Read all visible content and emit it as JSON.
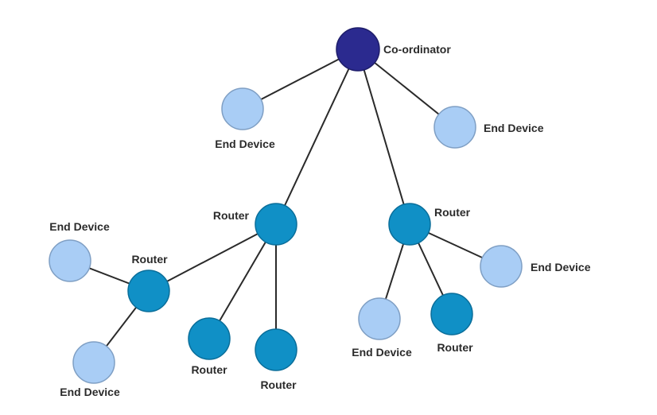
{
  "diagram": {
    "title": "Zigbee network topology",
    "colors": {
      "coordinator": "#2b2a8f",
      "router": "#1090c6",
      "end_device": "#a9cdf5",
      "edge": "#2a2a2a",
      "text": "#2b2b2b"
    },
    "nodes": [
      {
        "id": "coord",
        "type": "coordinator",
        "label": "Co-ordinator"
      },
      {
        "id": "ed1",
        "type": "end_device",
        "label": "End Device"
      },
      {
        "id": "ed2",
        "type": "end_device",
        "label": "End Device"
      },
      {
        "id": "r1",
        "type": "router",
        "label": "Router"
      },
      {
        "id": "r2",
        "type": "router",
        "label": "Router"
      },
      {
        "id": "ed3",
        "type": "end_device",
        "label": "End Device"
      },
      {
        "id": "r3",
        "type": "router",
        "label": "Router"
      },
      {
        "id": "ed4",
        "type": "end_device",
        "label": "End Device"
      },
      {
        "id": "r4",
        "type": "router",
        "label": "Router"
      },
      {
        "id": "r5",
        "type": "router",
        "label": "Router"
      },
      {
        "id": "ed5",
        "type": "end_device",
        "label": "End Device"
      },
      {
        "id": "r6",
        "type": "router",
        "label": "Router"
      },
      {
        "id": "ed6",
        "type": "end_device",
        "label": "End Device"
      }
    ],
    "edges": [
      [
        "coord",
        "ed1"
      ],
      [
        "coord",
        "ed2"
      ],
      [
        "coord",
        "r1"
      ],
      [
        "coord",
        "r2"
      ],
      [
        "r1",
        "r3"
      ],
      [
        "r1",
        "r4"
      ],
      [
        "r1",
        "r5"
      ],
      [
        "r3",
        "ed3"
      ],
      [
        "r3",
        "ed4"
      ],
      [
        "r2",
        "ed5"
      ],
      [
        "r2",
        "r6"
      ],
      [
        "r2",
        "ed6"
      ]
    ]
  }
}
